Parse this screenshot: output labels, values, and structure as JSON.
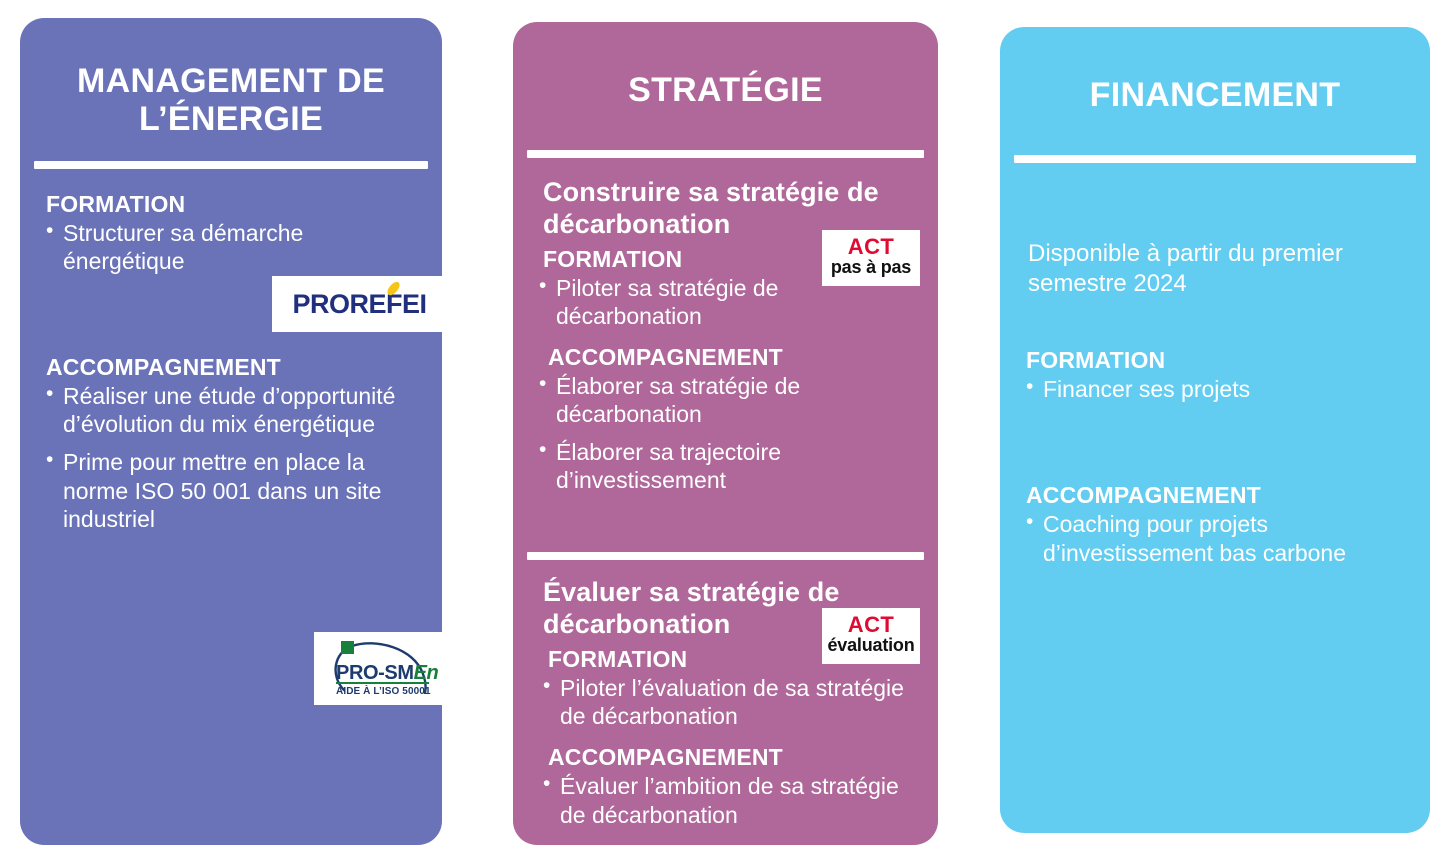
{
  "colors": {
    "card_energy_bg": "#6a73b8",
    "card_strategy_bg": "#b0679a",
    "card_finance_bg": "#62cdf0",
    "text": "#ffffff",
    "act_red": "#e10a33",
    "prorefei_navy": "#20307e",
    "prorefei_gold": "#f5c518",
    "prosmen_navy": "#1d3b6e",
    "prosmen_green": "#17803a"
  },
  "cards": {
    "energy": {
      "title": "MANAGEMENT DE L’ÉNERGIE",
      "formation_label": "FORMATION",
      "formation_items": [
        "Structurer sa démarche énergétique"
      ],
      "accompagnement_label": "ACCOMPAGNEMENT",
      "accompagnement_items": [
        "Réaliser une étude d’opportunité d’évolution du mix énergétique",
        "Prime pour mettre en place la norme ISO 50 001 dans un site industriel"
      ],
      "logo_prorefei": {
        "name": "prorefei-logo",
        "text": "PROREFEI"
      },
      "logo_prosmen": {
        "name": "pro-smen-logo",
        "text_main": "PRO-SM",
        "text_accent": "En",
        "subtitle": "AIDE À L’ISO 50001"
      }
    },
    "strategy": {
      "title": "STRATÉGIE",
      "block1": {
        "heading": "Construire sa stratégie de décarbonation",
        "badge": {
          "name": "act-pas-a-pas-badge",
          "top": "ACT",
          "bottom": "pas à pas"
        },
        "formation_label": "FORMATION",
        "formation_items": [
          "Piloter sa stratégie de décarbonation"
        ],
        "accompagnement_label": "ACCOMPAGNEMENT",
        "accompagnement_items": [
          "Élaborer sa stratégie de décarbonation",
          "Élaborer sa trajectoire d’investissement"
        ]
      },
      "block2": {
        "heading": "Évaluer sa stratégie de décarbonation",
        "badge": {
          "name": "act-evaluation-badge",
          "top": "ACT",
          "bottom": "évaluation"
        },
        "formation_label": "FORMATION",
        "formation_items": [
          "Piloter l’évaluation de sa stratégie de décarbonation"
        ],
        "accompagnement_label": "ACCOMPAGNEMENT",
        "accompagnement_items": [
          "Évaluer l’ambition de sa stratégie de décarbonation"
        ]
      }
    },
    "finance": {
      "title": "FINANCEMENT",
      "availability_note": "Disponible à partir du premier semestre 2024",
      "formation_label": "FORMATION",
      "formation_items": [
        "Financer ses projets"
      ],
      "accompagnement_label": "ACCOMPAGNEMENT",
      "accompagnement_items": [
        "Coaching pour projets d’investissement bas carbone"
      ]
    }
  }
}
